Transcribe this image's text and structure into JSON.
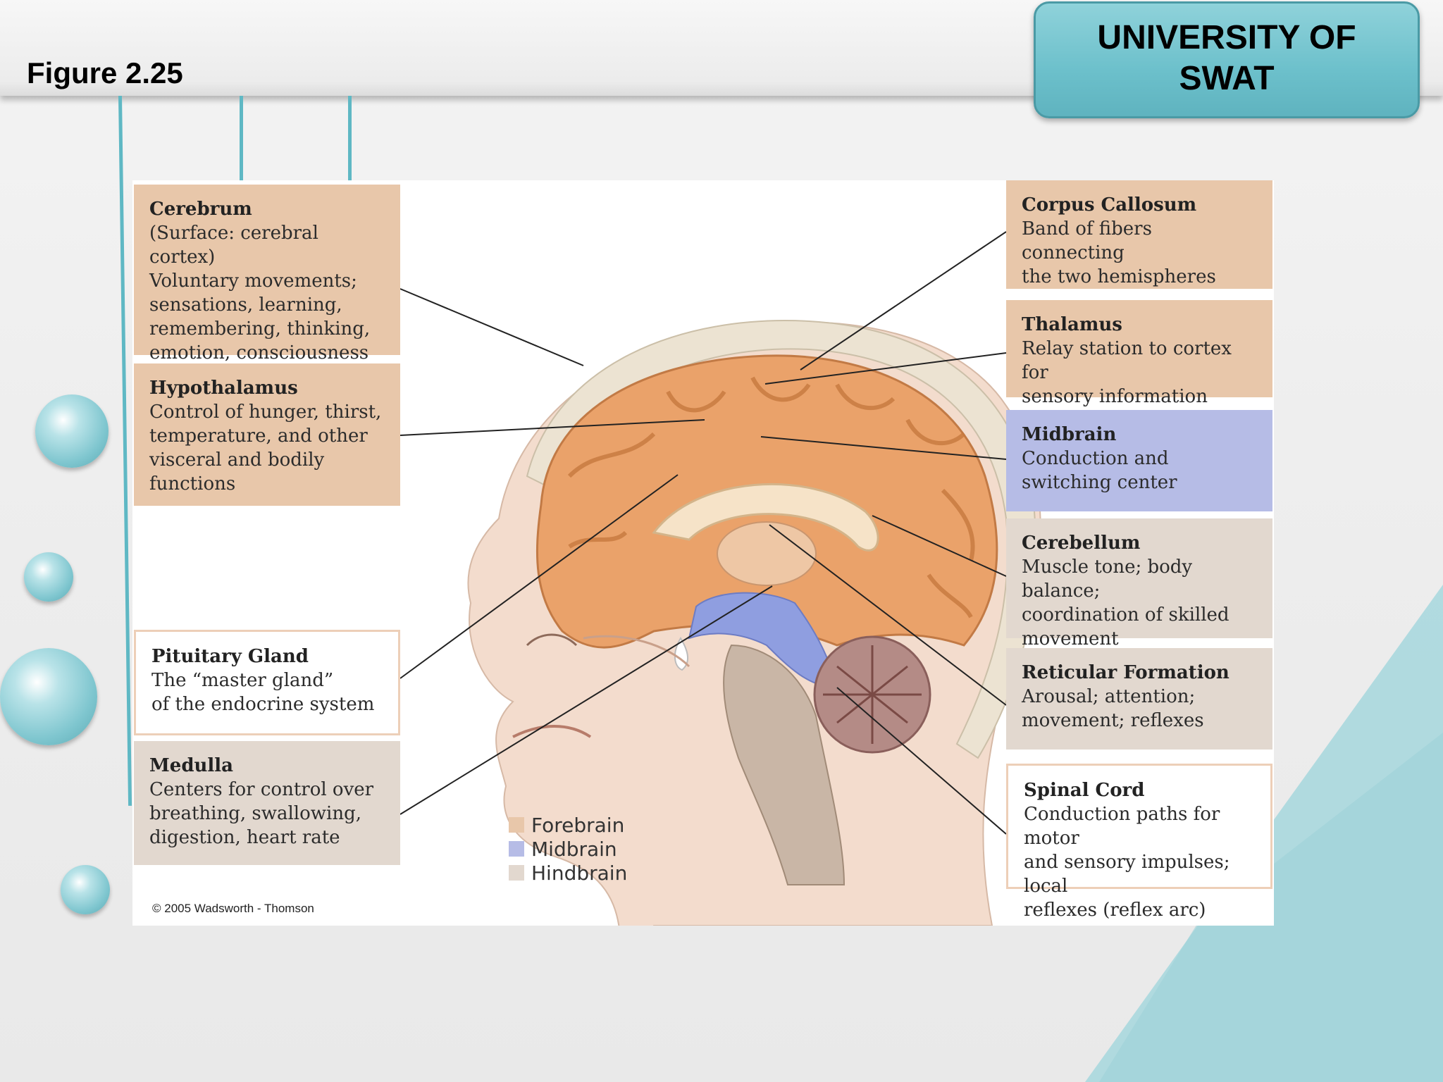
{
  "header": {
    "figure_label": "Figure 2.25"
  },
  "badge": {
    "line1": "UNIVERSITY OF",
    "line2": "SWAT"
  },
  "colors": {
    "forebrain": "#e8c7aa",
    "midbrain": "#b6bce6",
    "hindbrain": "#e2d8cf",
    "accent": "#6cc0cb"
  },
  "labels": {
    "cerebrum": {
      "title": "Cerebrum",
      "desc": "(Surface: cerebral cortex)\nVoluntary movements;\nsensations, learning,\nremembering, thinking,\nemotion, consciousness"
    },
    "hypothalamus": {
      "title": "Hypothalamus",
      "desc": "Control of hunger, thirst,\ntemperature, and other\nvisceral and bodily\nfunctions"
    },
    "pituitary": {
      "title": "Pituitary Gland",
      "desc": "The “master gland”\nof the endocrine system"
    },
    "medulla": {
      "title": "Medulla",
      "desc": "Centers for control over\nbreathing, swallowing,\ndigestion, heart rate"
    },
    "corpus_callosum": {
      "title": "Corpus Callosum",
      "desc": "Band of fibers connecting\nthe two hemispheres"
    },
    "thalamus": {
      "title": "Thalamus",
      "desc": "Relay station to cortex for\nsensory information"
    },
    "midbrain": {
      "title": "Midbrain",
      "desc": "Conduction and\nswitching center"
    },
    "cerebellum": {
      "title": "Cerebellum",
      "desc": "Muscle tone; body balance;\ncoordination of skilled\nmovement"
    },
    "reticular": {
      "title": "Reticular Formation",
      "desc": "Arousal; attention;\nmovement; reflexes"
    },
    "spinal_cord": {
      "title": "Spinal Cord",
      "desc": "Conduction paths for motor\nand sensory impulses; local\nreflexes (reflex arc)"
    }
  },
  "legend": {
    "forebrain": "Forebrain",
    "midbrain": "Midbrain",
    "hindbrain": "Hindbrain"
  },
  "copyright": "© 2005 Wadsworth - Thomson"
}
